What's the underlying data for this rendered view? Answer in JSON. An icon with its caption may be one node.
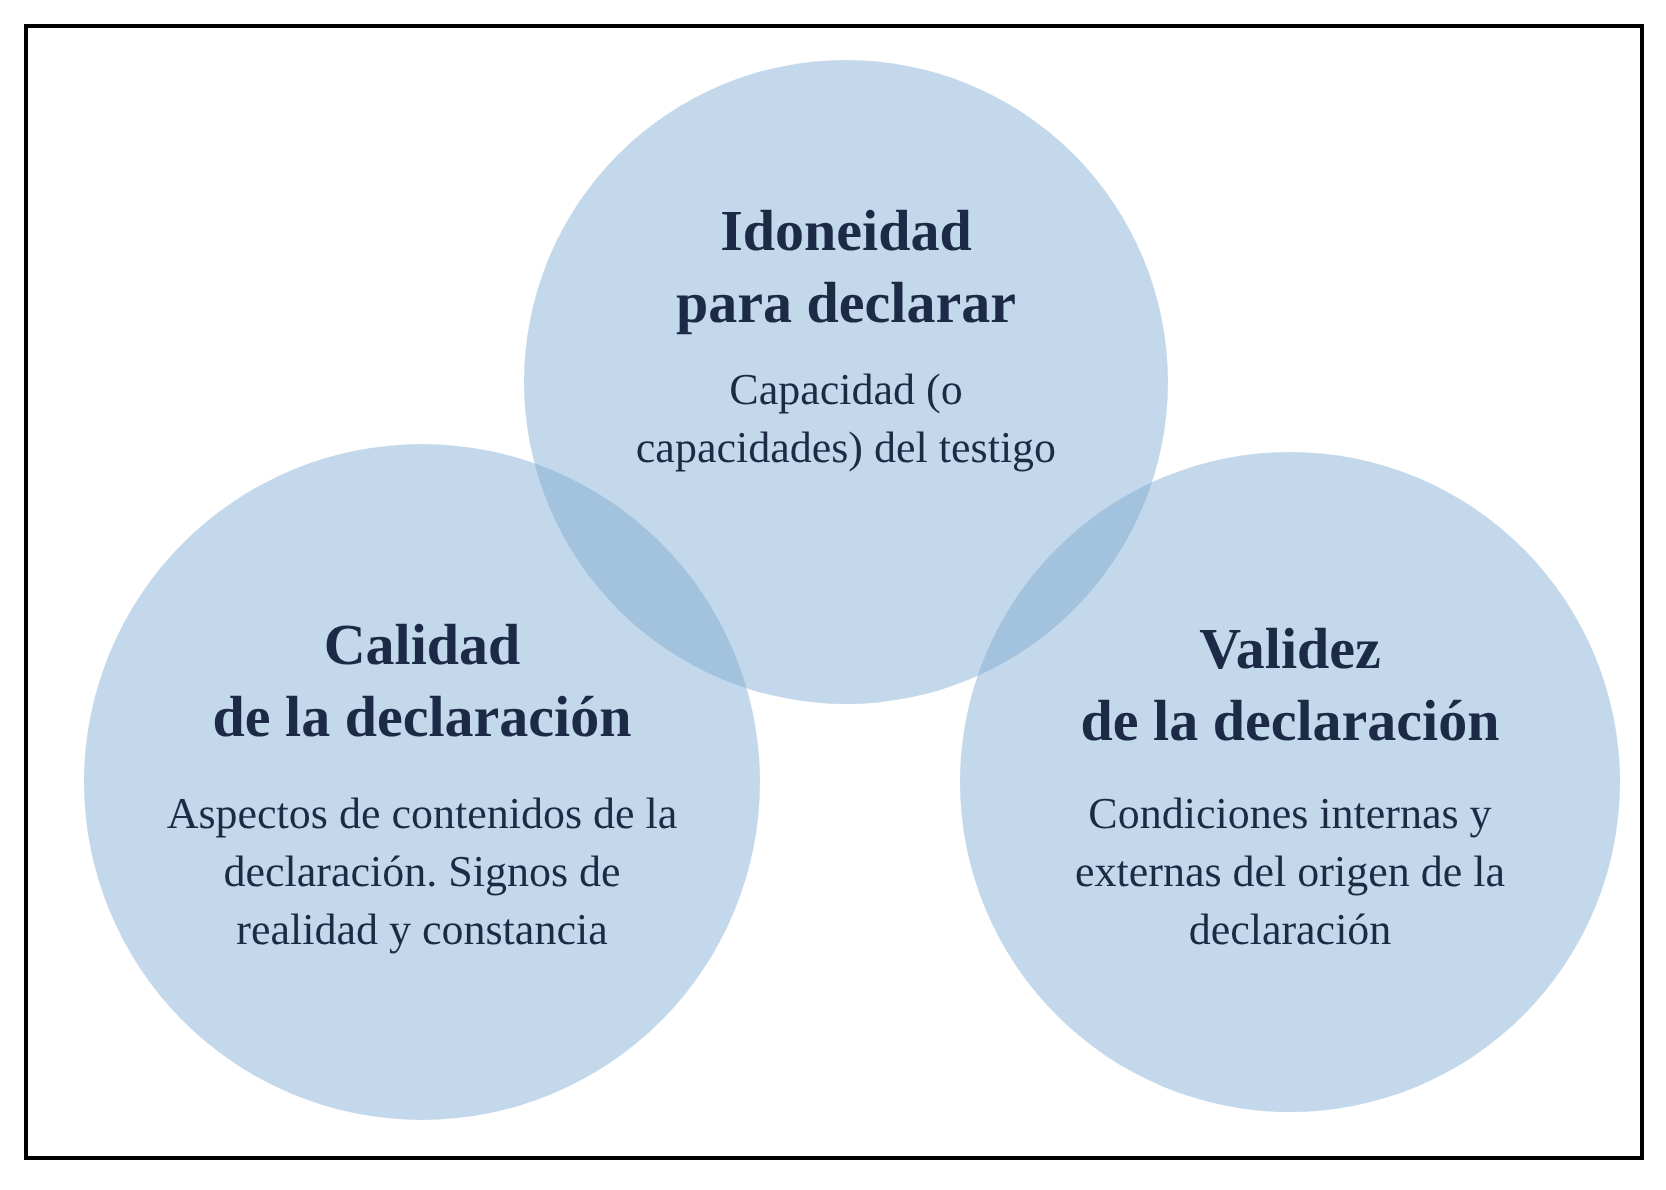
{
  "diagram": {
    "nodes": [
      {
        "text": [
          "Idoneidad para declarar",
          "Capacidad (o capacidades) del testigo"
        ]
      },
      {
        "text": [
          "Calidad de la declaración",
          "Aspectos de contenidos de la declaración. Signos de realidad y constancia"
        ]
      },
      {
        "text": [
          "Validez de la declaración",
          "Condiciones internas y externas del origen de la declaración"
        ]
      }
    ],
    "edges": []
  }
}
